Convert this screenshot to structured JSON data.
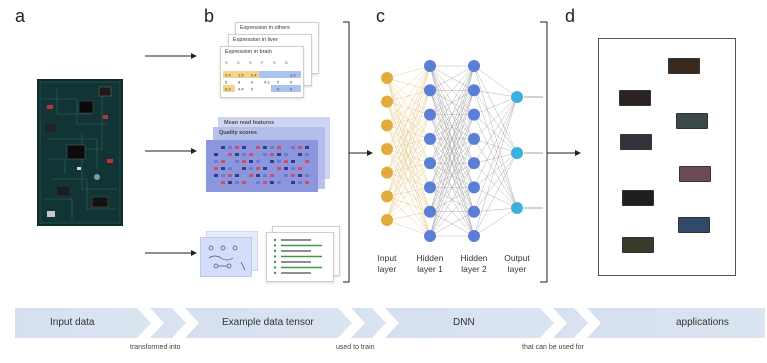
{
  "panels": {
    "a": "a",
    "b": "b",
    "c": "c",
    "d": "d"
  },
  "tensors": {
    "expression": {
      "back_title": "Expression in others",
      "mid_title": "Expression in liver",
      "front_title": "Expression in brain",
      "rows": [
        [
          "2.4",
          "1.5",
          "2.4",
          "",
          "",
          "1.0"
        ],
        [
          "5",
          "8",
          "0",
          "4.3",
          "5",
          "0"
        ],
        [
          "0.3",
          "4.4",
          "0",
          "",
          "0",
          "0"
        ]
      ]
    },
    "reads": {
      "back_title": "Mean read features",
      "mid_title": "Quality scores"
    }
  },
  "dnn": {
    "layers": [
      {
        "name": "input",
        "label": "Input\nlayer",
        "count": 7,
        "color": "#e2ab3a"
      },
      {
        "name": "hidden1",
        "label": "Hidden\nlayer 1",
        "count": 8,
        "color": "#5b7fd6"
      },
      {
        "name": "hidden2",
        "label": "Hidden\nlayer 2",
        "count": 8,
        "color": "#5b7fd6"
      },
      {
        "name": "output",
        "label": "Output\nlayer",
        "count": 3,
        "color": "#3bb0de"
      }
    ]
  },
  "flow": {
    "steps": [
      "Input data",
      "Example data tensor",
      "DNN",
      "applications"
    ],
    "connectors": [
      "transformed into",
      "used to train",
      "that can be used for"
    ]
  }
}
